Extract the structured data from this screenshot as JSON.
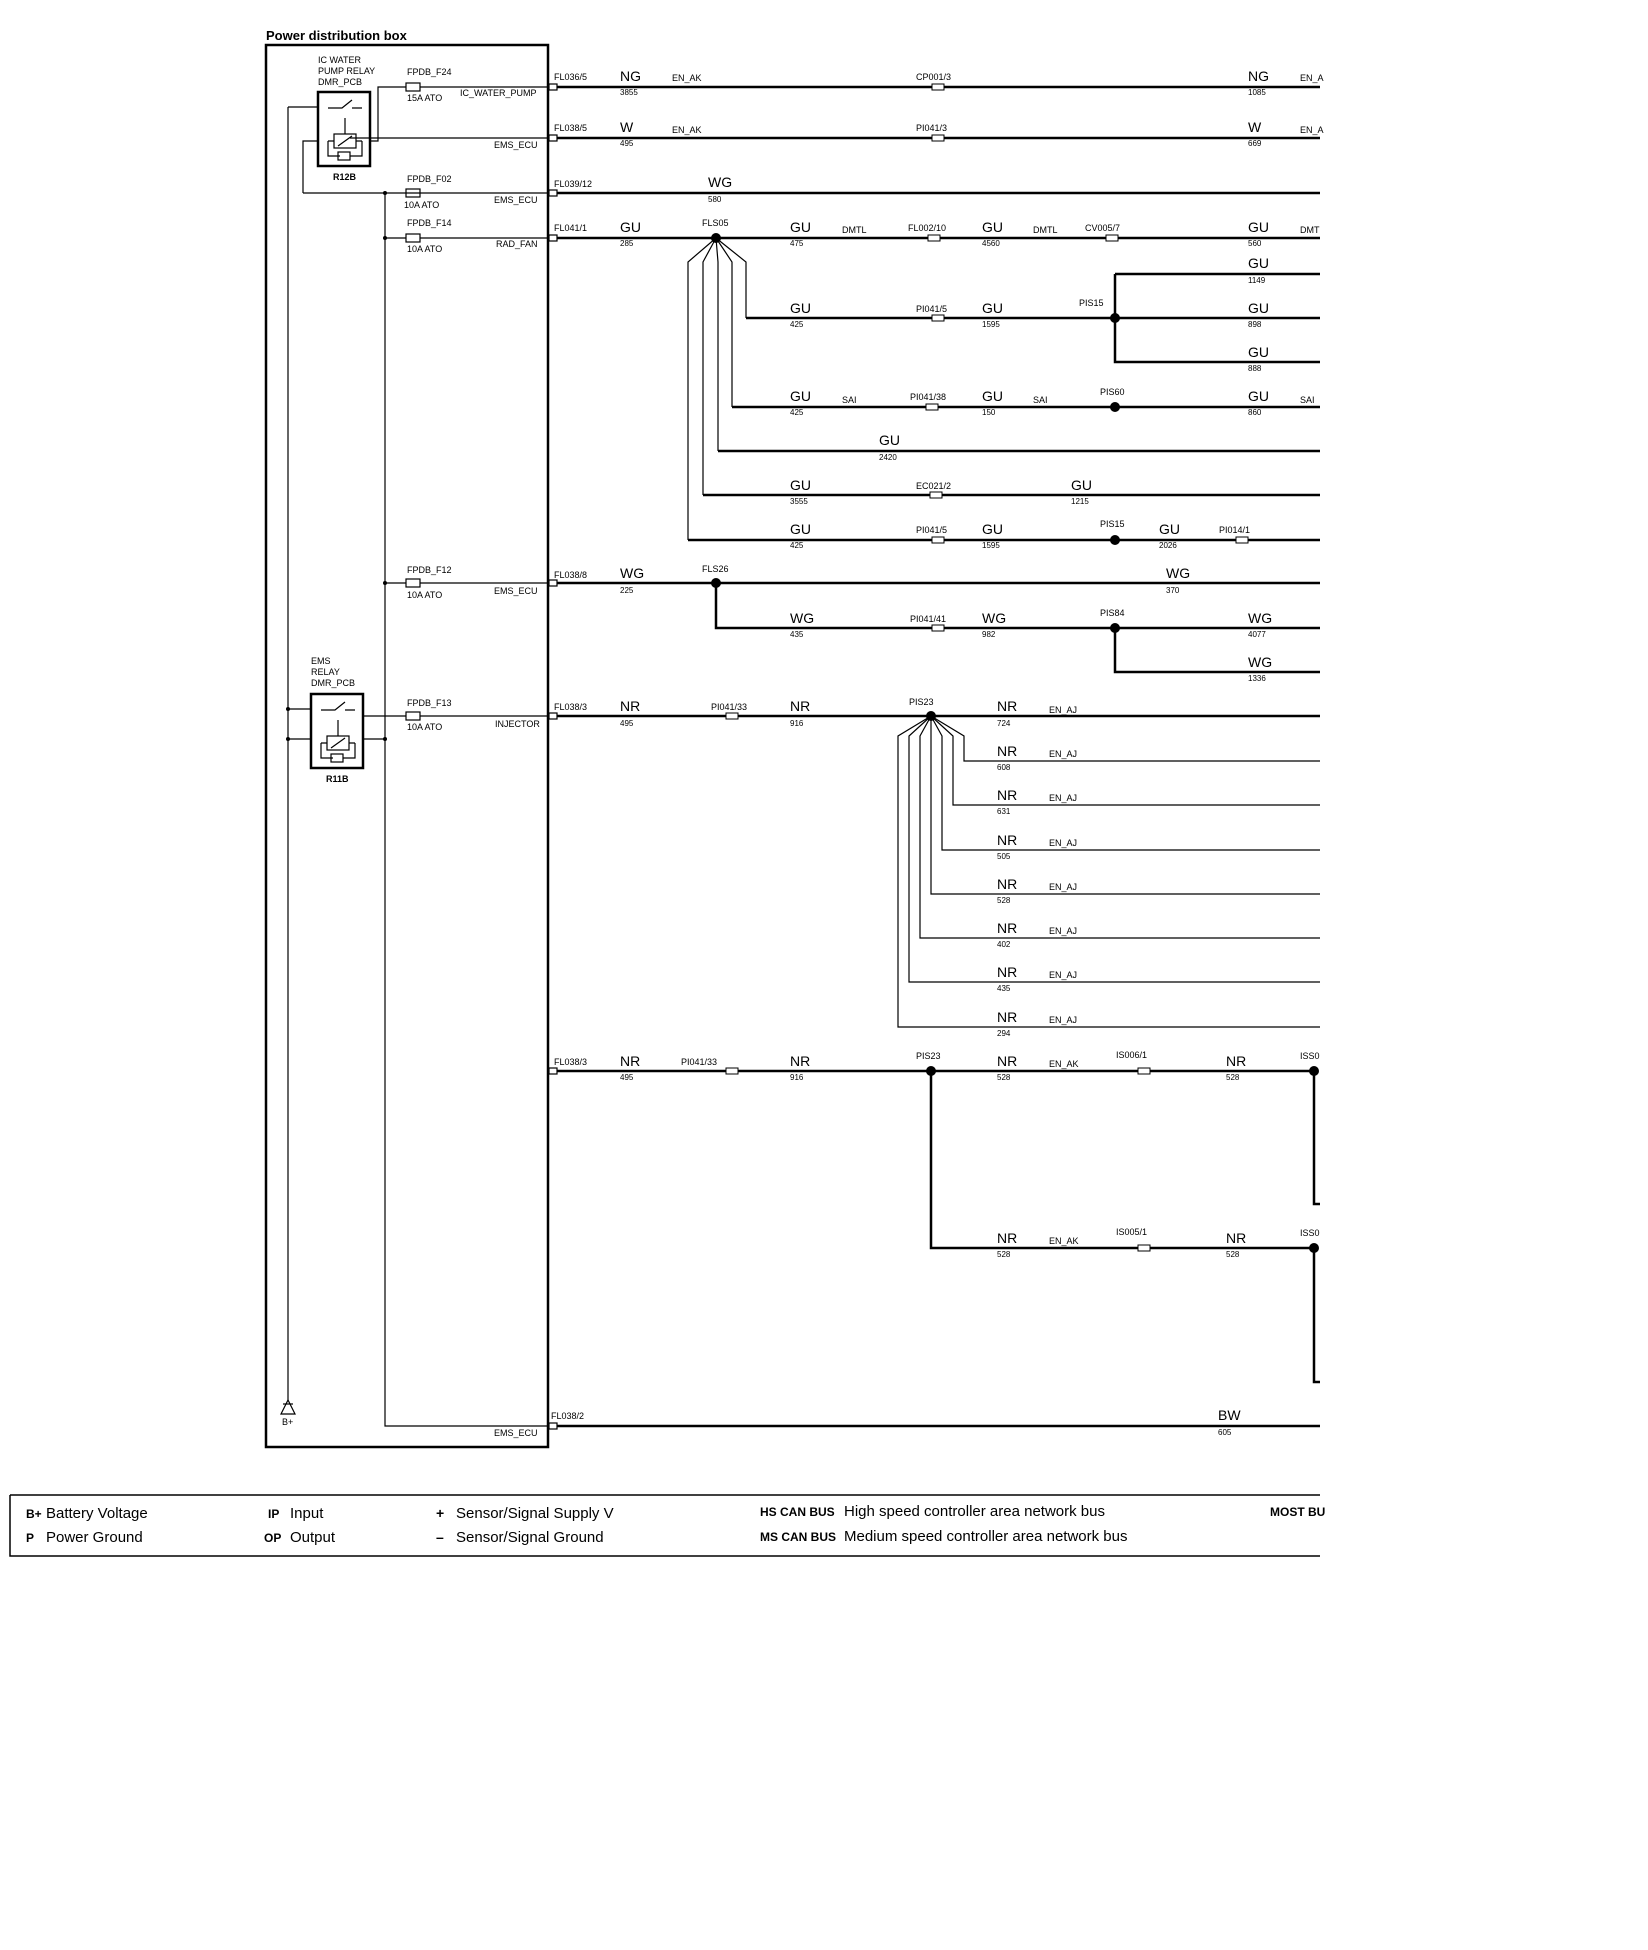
{
  "title": "Power distribution box",
  "relays": {
    "r12b": {
      "label_lines": [
        "IC WATER",
        "PUMP RELAY",
        "DMR_PCB"
      ],
      "id": "R12B"
    },
    "r11b": {
      "label_lines": [
        "EMS",
        "RELAY",
        "DMR_PCB"
      ],
      "id": "R11B"
    }
  },
  "fuses": [
    {
      "name": "FPDB_F24",
      "rating": "15A  ATO",
      "output": "IC_WATER_PUMP"
    },
    {
      "name": "",
      "rating": "",
      "output": "EMS_ECU"
    },
    {
      "name": "FPDB_F02",
      "rating": "10A  ATO",
      "output": "EMS_ECU"
    },
    {
      "name": "FPDB_F14",
      "rating": "10A  ATO",
      "output": "RAD_FAN"
    },
    {
      "name": "FPDB_F12",
      "rating": "10A  ATO",
      "output": "EMS_ECU"
    },
    {
      "name": "FPDB_F13",
      "rating": "10A  ATO",
      "output": "INJECTOR"
    },
    {
      "name": "",
      "rating": "",
      "output": "EMS_ECU"
    }
  ],
  "bplus_label": "B+",
  "connectors": [
    "FL036/5",
    "FL038/5",
    "FL039/12",
    "FL041/1",
    "FL038/8",
    "FL038/3",
    "FL038/3",
    "FL038/2"
  ],
  "wires": {
    "r1": {
      "c1": "NG",
      "n1": "3855",
      "tag": "EN_AK",
      "splice": "CP001/3",
      "c2": "NG",
      "n2": "1085",
      "tag2": "EN_A"
    },
    "r2": {
      "c1": "W",
      "n1": "495",
      "tag": "EN_AK",
      "splice": "PI041/3",
      "c2": "W",
      "n2": "669",
      "tag2": "EN_A"
    },
    "r3": {
      "c1": "WG",
      "n1": "580"
    },
    "r4": {
      "c1": "GU",
      "n1": "285",
      "node": "FLS05",
      "c2": "GU",
      "n2": "475",
      "tag": "DMTL",
      "splice": "FL002/10",
      "c3": "GU",
      "n3": "4560",
      "tag3": "DMTL",
      "splice2": "CV005/7",
      "c4": "GU",
      "n4": "560",
      "tag4": "DMT"
    },
    "r5": {
      "c": "GU",
      "n": "1149"
    },
    "r6": {
      "c1": "GU",
      "n1": "425",
      "splice": "PI041/5",
      "c2": "GU",
      "n2": "1595",
      "node": "PIS15",
      "c3": "GU",
      "n3": "898"
    },
    "r7": {
      "c": "GU",
      "n": "888"
    },
    "r8": {
      "c1": "GU",
      "n1": "425",
      "tag": "SAI",
      "splice": "PI041/38",
      "c2": "GU",
      "n2": "150",
      "tag2": "SAI",
      "node": "PIS60",
      "c3": "GU",
      "n3": "860",
      "tag3": "SAI"
    },
    "r9": {
      "c": "GU",
      "n": "2420"
    },
    "r10": {
      "c1": "GU",
      "n1": "3555",
      "splice": "EC021/2",
      "c2": "GU",
      "n2": "1215"
    },
    "r11": {
      "c1": "GU",
      "n1": "425",
      "splice": "PI041/5",
      "c2": "GU",
      "n2": "1595",
      "node": "PIS15",
      "c3": "GU",
      "n3": "2026",
      "splice2": "PI014/1"
    },
    "r12": {
      "c1": "WG",
      "n1": "225",
      "node": "FLS26",
      "c2": "WG",
      "n2": "370"
    },
    "r13": {
      "c1": "WG",
      "n1": "435",
      "splice": "PI041/41",
      "c2": "WG",
      "n2": "982",
      "node": "PIS84",
      "c3": "WG",
      "n3": "4077"
    },
    "r14": {
      "c": "WG",
      "n": "1336"
    },
    "r15": {
      "c1": "NR",
      "n1": "495",
      "splice": "PI041/33",
      "c2": "NR",
      "n2": "916",
      "node": "PIS23",
      "c3": "NR",
      "n3": "724",
      "tag": "EN_AJ"
    },
    "fan": [
      {
        "c": "NR",
        "n": "608",
        "tag": "EN_AJ"
      },
      {
        "c": "NR",
        "n": "631",
        "tag": "EN_AJ"
      },
      {
        "c": "NR",
        "n": "505",
        "tag": "EN_AJ"
      },
      {
        "c": "NR",
        "n": "528",
        "tag": "EN_AJ"
      },
      {
        "c": "NR",
        "n": "402",
        "tag": "EN_AJ"
      },
      {
        "c": "NR",
        "n": "435",
        "tag": "EN_AJ"
      },
      {
        "c": "NR",
        "n": "294",
        "tag": "EN_AJ"
      }
    ],
    "r16": {
      "c1": "NR",
      "n1": "495",
      "splice": "PI041/33",
      "c2": "NR",
      "n2": "916",
      "node": "PIS23",
      "c3": "NR",
      "n3": "528",
      "tag": "EN_AK",
      "splice2": "IS006/1",
      "c4": "NR",
      "n4": "528",
      "end": "ISS0"
    },
    "r17": {
      "c1": "NR",
      "n1": "528",
      "tag": "EN_AK",
      "splice": "IS005/1",
      "c2": "NR",
      "n2": "528",
      "end": "ISS0"
    },
    "r18": {
      "c": "BW",
      "n": "605"
    }
  },
  "legend": {
    "bplus": {
      "abbr": "B+",
      "text": "Battery Voltage"
    },
    "p": {
      "abbr": "P",
      "text": "Power Ground"
    },
    "ip": {
      "abbr": "IP",
      "text": "Input"
    },
    "op": {
      "abbr": "OP",
      "text": "Output"
    },
    "plus": {
      "abbr": "+",
      "text": "Sensor/Signal Supply V"
    },
    "minus": {
      "abbr": "–",
      "text": "Sensor/Signal Ground"
    },
    "hs": {
      "abbr": "HS CAN BUS",
      "text": "High speed controller area network bus"
    },
    "ms": {
      "abbr": "MS CAN BUS",
      "text": "Medium speed controller area network bus"
    },
    "most": {
      "abbr": "MOST BU",
      "text": ""
    }
  }
}
